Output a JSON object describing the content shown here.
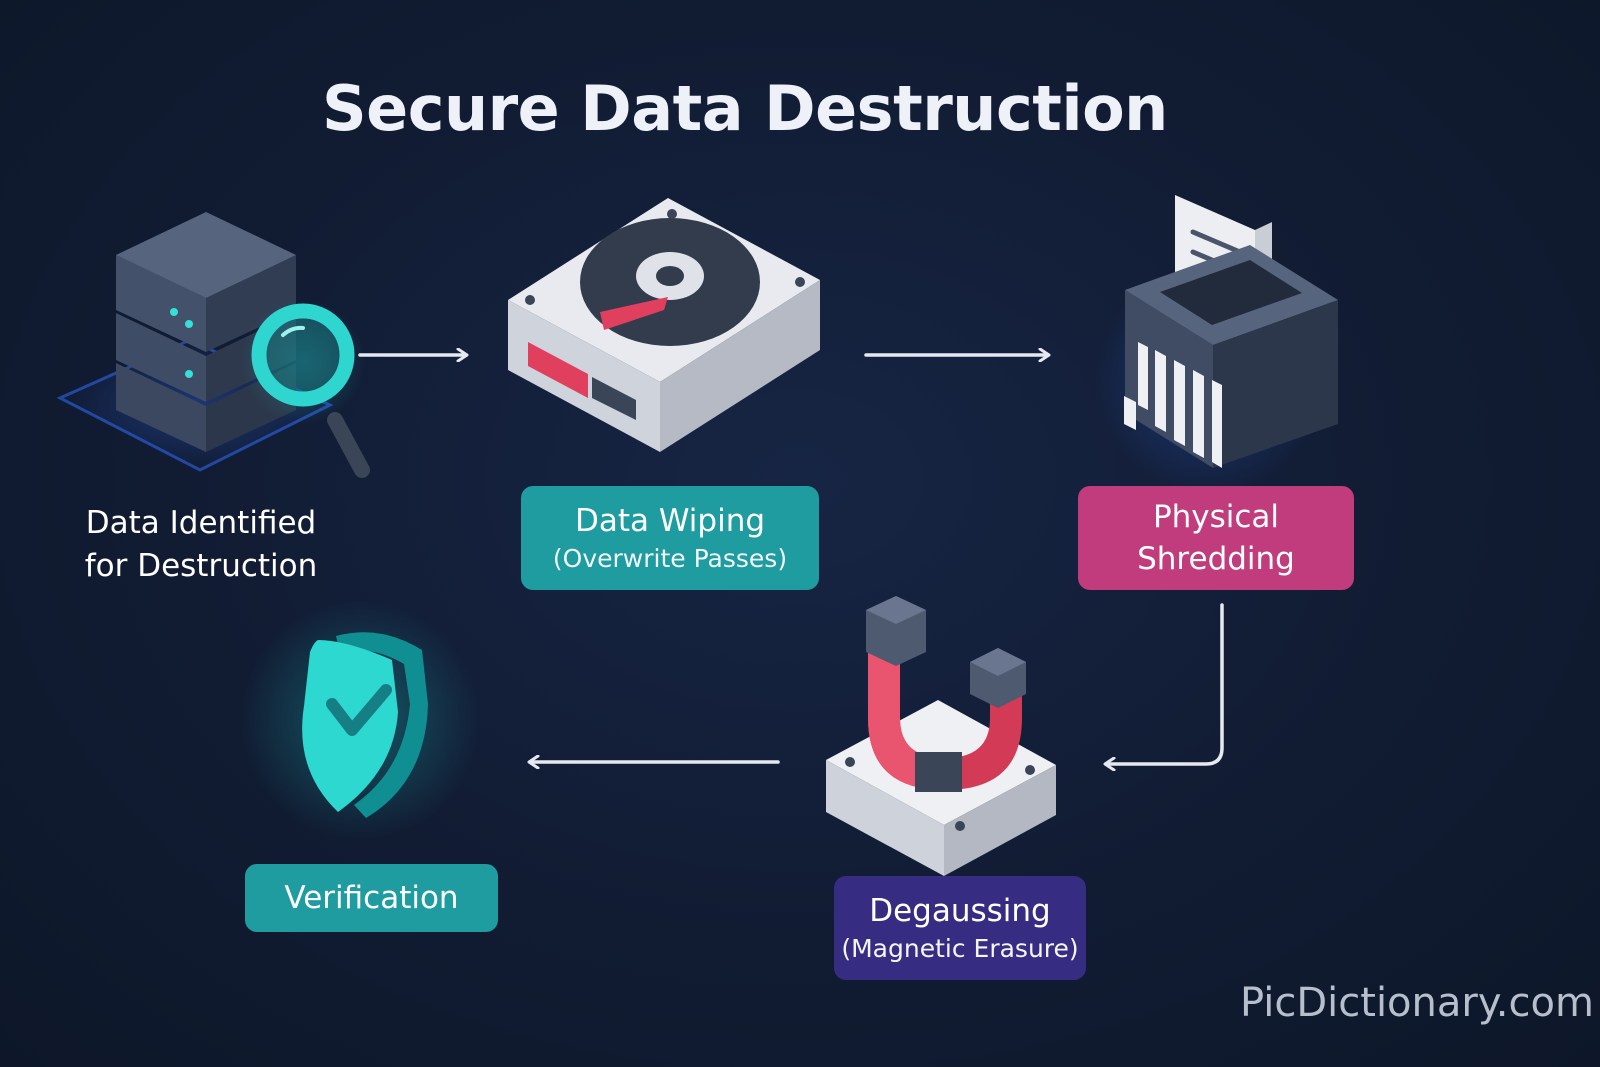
{
  "title": "Secure Data Destruction",
  "watermark": "PicDictionary.com",
  "colors": {
    "background": "#111c33",
    "teal": "#1e9ca0",
    "magenta": "#c13c7c",
    "purple": "#362d83",
    "accent_cyan": "#2fd6cf",
    "accent_red": "#e0405e"
  },
  "steps": [
    {
      "line1": "Data Identified",
      "line2": "for Destruction",
      "icon": "server-magnifier-icon"
    },
    {
      "line1": "Data Wiping",
      "line2": "(Overwrite Passes)",
      "icon": "hard-drive-icon"
    },
    {
      "line1": "Physical",
      "line2": "Shredding",
      "icon": "shredder-icon"
    },
    {
      "line1": "Degaussing",
      "line2": "(Magnetic Erasure)",
      "icon": "magnet-icon"
    },
    {
      "line1": "Verification",
      "icon": "shield-check-icon"
    }
  ]
}
